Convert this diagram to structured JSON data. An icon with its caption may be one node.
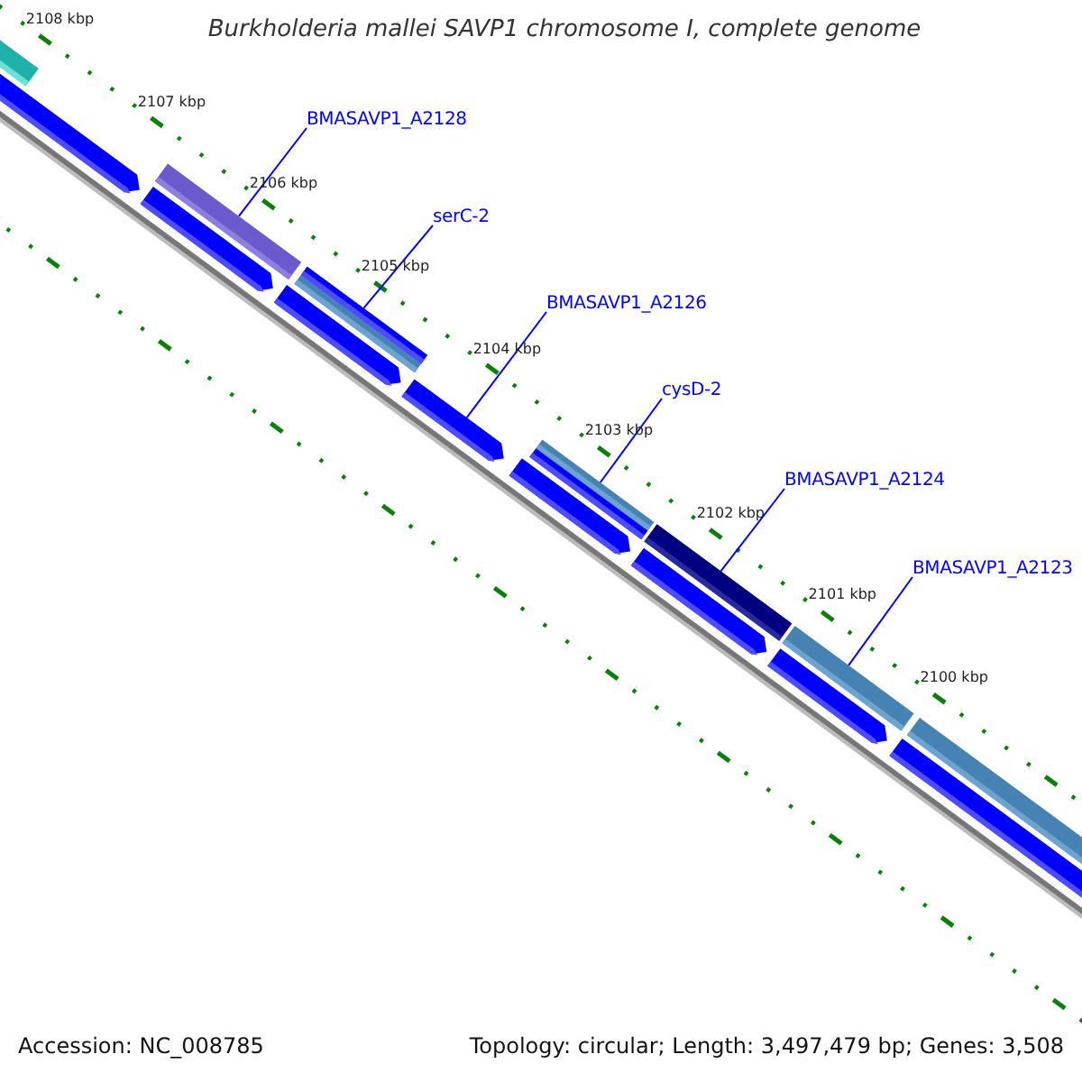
{
  "diagram": {
    "title": "Burkholderia mallei SAVP1 chromosome I, complete genome",
    "nodes": [
      {
        "text": [
          "BMASAVP1_A2128"
        ]
      },
      {
        "text": [
          "serC-2"
        ]
      },
      {
        "text": [
          "BMASAVP1_A2126"
        ]
      },
      {
        "text": [
          "cysD-2"
        ]
      },
      {
        "text": [
          "BMASAVP1_A2124"
        ]
      },
      {
        "text": [
          "BMASAVP1_A2123"
        ]
      },
      {
        "text": [],
        "shape": "bar"
      },
      {
        "text": [],
        "shape": "bar"
      },
      {
        "text": [],
        "shape": "bar"
      },
      {
        "text": [],
        "shape": "bar"
      },
      {
        "text": [],
        "shape": "bar"
      },
      {
        "text": [],
        "shape": "bar"
      }
    ],
    "edges": [
      {
        "from": 0,
        "to": 6,
        "arrow": "none"
      },
      {
        "from": 1,
        "to": 7,
        "arrow": "none"
      },
      {
        "from": 2,
        "to": 8,
        "arrow": "none"
      },
      {
        "from": 3,
        "to": 9,
        "arrow": "none"
      },
      {
        "from": 4,
        "to": 10,
        "arrow": "none"
      },
      {
        "from": 5,
        "to": 11,
        "arrow": "none"
      }
    ],
    "labels": [
      "2108 kbp",
      "2107 kbp",
      "2106 kbp",
      "2105 kbp",
      "2104 kbp",
      "2103 kbp",
      "2102 kbp",
      "2101 kbp",
      "2100 kbp",
      "Accession: NC_008785",
      "Topology: circular; Length: 3,497,479 bp; Genes: 3,508"
    ]
  }
}
